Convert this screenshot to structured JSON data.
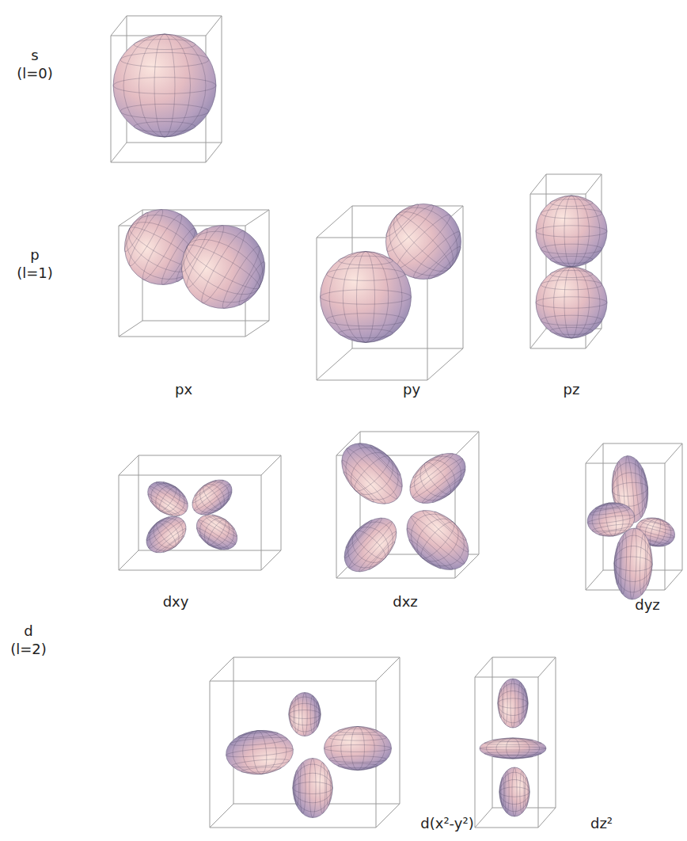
{
  "diagram": {
    "labels": [
      "s",
      "(l=0)",
      "p",
      "(l=1)",
      "px",
      "py",
      "pz",
      "d",
      "(l=2)",
      "dxy",
      "dxz",
      "dyz",
      "d(x²-y²)",
      "dz²"
    ]
  }
}
